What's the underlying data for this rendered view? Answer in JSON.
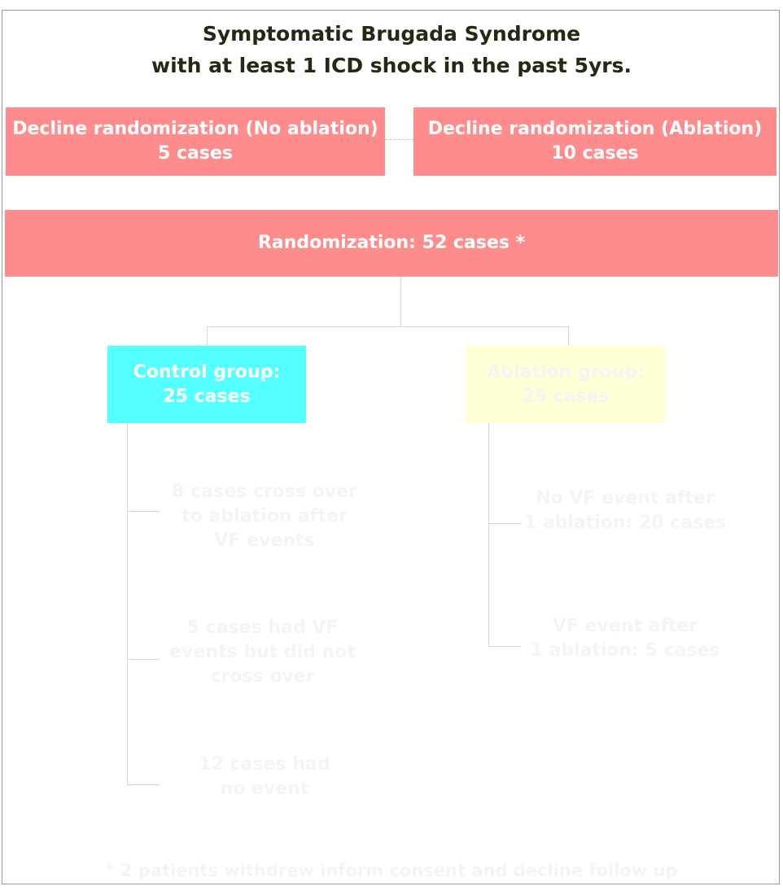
{
  "title": {
    "line1": "Symptomatic Brugada Syndrome",
    "line2": "with at least 1 ICD shock in the past 5yrs."
  },
  "decline_no_ablation": {
    "label": "Decline randomization (No ablation)",
    "count": "5 cases"
  },
  "decline_ablation": {
    "label": "Decline randomization (Ablation)",
    "count": "10 cases"
  },
  "randomization": {
    "label": "Randomization: 52 cases *"
  },
  "control_group": {
    "label": "Control group:",
    "count": "25 cases"
  },
  "ablation_group": {
    "label": "Ablation group:",
    "count": "25 cases"
  },
  "control_outcomes": [
    {
      "line1": "8 cases cross over",
      "line2": "to ablation after",
      "line3": "VF events"
    },
    {
      "line1": "5 cases had VF",
      "line2": "events but did not",
      "line3": "cross over"
    },
    {
      "line1": "12 cases had",
      "line2": "no event"
    }
  ],
  "ablation_outcomes": [
    {
      "line1": "No VF event after",
      "line2": "1 ablation: 20 cases"
    },
    {
      "line1": "VF event after",
      "line2": "1 ablation: 5 cases"
    }
  ],
  "footnote": "* 2 patients withdrew inform consent and decline follow up",
  "colors": {
    "decline_box": "#fe8c8c",
    "randomization_box": "#fe8c8c",
    "control_box": "#54ffff",
    "ablation_box": "#ffffd6",
    "title_text": "#222a15"
  }
}
